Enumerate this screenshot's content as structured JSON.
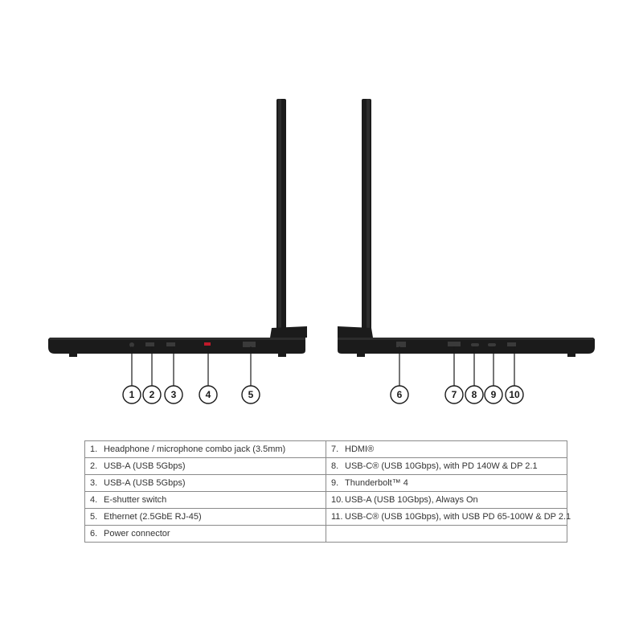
{
  "colors": {
    "chassis": "#1b1b1b",
    "chassis_edge": "#2c2c2c",
    "port": "#3a3a3a",
    "callout": "#1a1a1a",
    "table_border": "#8a8a8a",
    "text": "#333333",
    "shutter_accent": "#c0192a"
  },
  "callouts_left": [
    "1",
    "2",
    "3",
    "4",
    "5"
  ],
  "callouts_right": [
    "6",
    "7",
    "8",
    "9",
    "10"
  ],
  "ports_table": {
    "rows": [
      {
        "left": {
          "num": "1.",
          "text": "Headphone / microphone combo jack (3.5mm)"
        },
        "right": {
          "num": "7.",
          "text": "HDMI®"
        }
      },
      {
        "left": {
          "num": "2.",
          "text": "USB-A (USB 5Gbps)"
        },
        "right": {
          "num": "8.",
          "text": "USB-C® (USB 10Gbps), with PD 140W & DP 2.1"
        }
      },
      {
        "left": {
          "num": "3.",
          "text": "USB-A (USB 5Gbps)"
        },
        "right": {
          "num": "9.",
          "text": "Thunderbolt™ 4"
        }
      },
      {
        "left": {
          "num": "4.",
          "text": "E-shutter switch"
        },
        "right": {
          "num": "10.",
          "text": "USB-A (USB 10Gbps), Always On"
        }
      },
      {
        "left": {
          "num": "5.",
          "text": "Ethernet (2.5GbE RJ-45)"
        },
        "right": {
          "num": "11.",
          "text": "USB-C® (USB 10Gbps), with USB PD 65-100W & DP 2.1"
        }
      },
      {
        "left": {
          "num": "6.",
          "text": "Power connector"
        },
        "right": {
          "num": "",
          "text": ""
        }
      }
    ]
  }
}
